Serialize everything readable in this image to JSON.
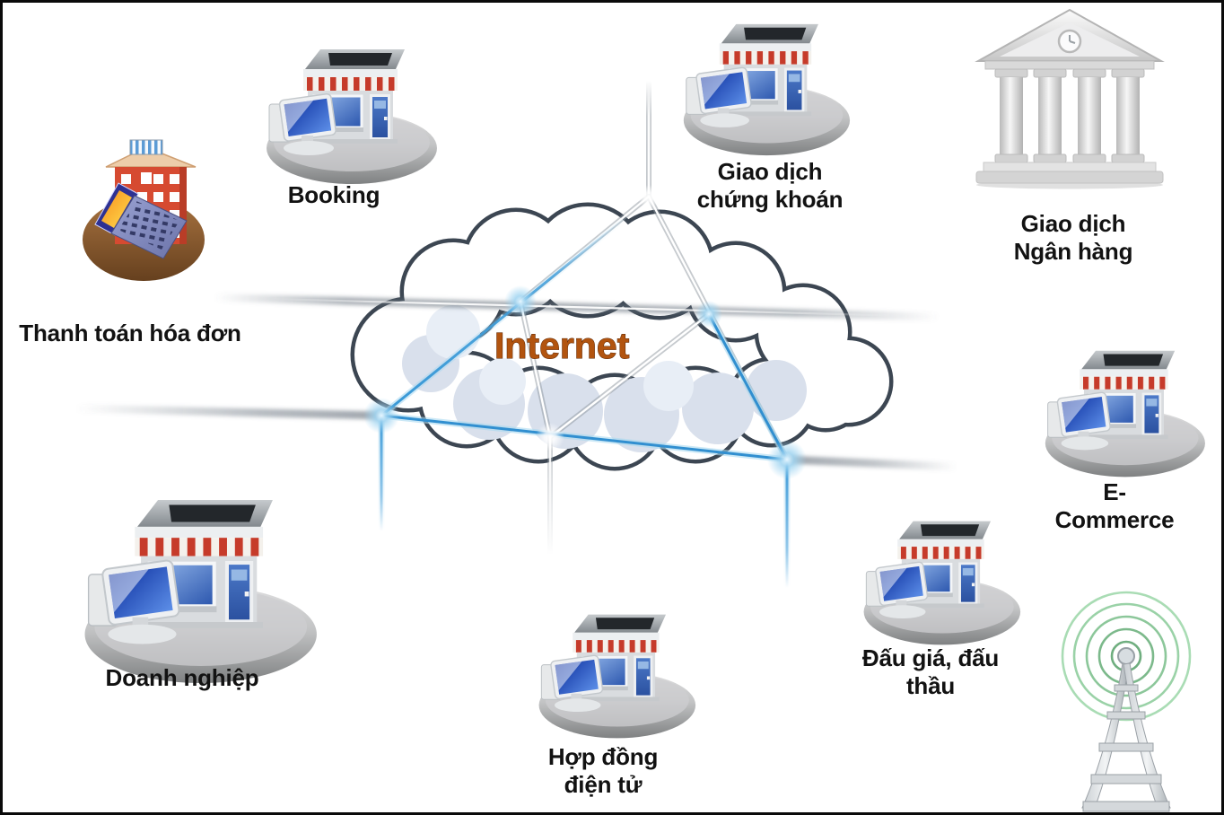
{
  "diagram": {
    "internet_label": "Internet",
    "nodes": {
      "booking": {
        "label": "Booking",
        "icon": "storefront-computer-icon"
      },
      "bill_payment": {
        "label": "Thanh toán hóa đơn",
        "icon": "office-building-laptop-icon"
      },
      "stock_trading": {
        "label": "Giao dịch\nchứng khoán",
        "icon": "storefront-computer-icon"
      },
      "banking": {
        "label": "Giao dịch\nNgân hàng",
        "icon": "bank-building-icon"
      },
      "ecommerce": {
        "label": "E-\nCommerce",
        "icon": "storefront-computer-icon"
      },
      "enterprise": {
        "label": "Doanh nghiệp",
        "icon": "storefront-computer-icon"
      },
      "e_contract": {
        "label": "Hợp đồng\nđiện tử",
        "icon": "storefront-computer-icon"
      },
      "auction": {
        "label": "Đấu giá, đấu\nthầu",
        "icon": "storefront-computer-icon"
      },
      "radio_tower": {
        "label": "",
        "icon": "radio-tower-signal-icon"
      }
    },
    "colors": {
      "line_blue": "#3a99d8",
      "line_white": "#ffffff",
      "cloud_outline": "#3c4652",
      "internet_text": "#b2540f",
      "awning_red": "#c63b2a",
      "store_window_blue": "#2d57b5",
      "signal_green": "#84bd92",
      "platter_gray": "#9a9a9a",
      "building_red": "#d64a31",
      "laptop_screen_orange": "#ffb52a",
      "base_brown": "#8a5a30"
    }
  }
}
